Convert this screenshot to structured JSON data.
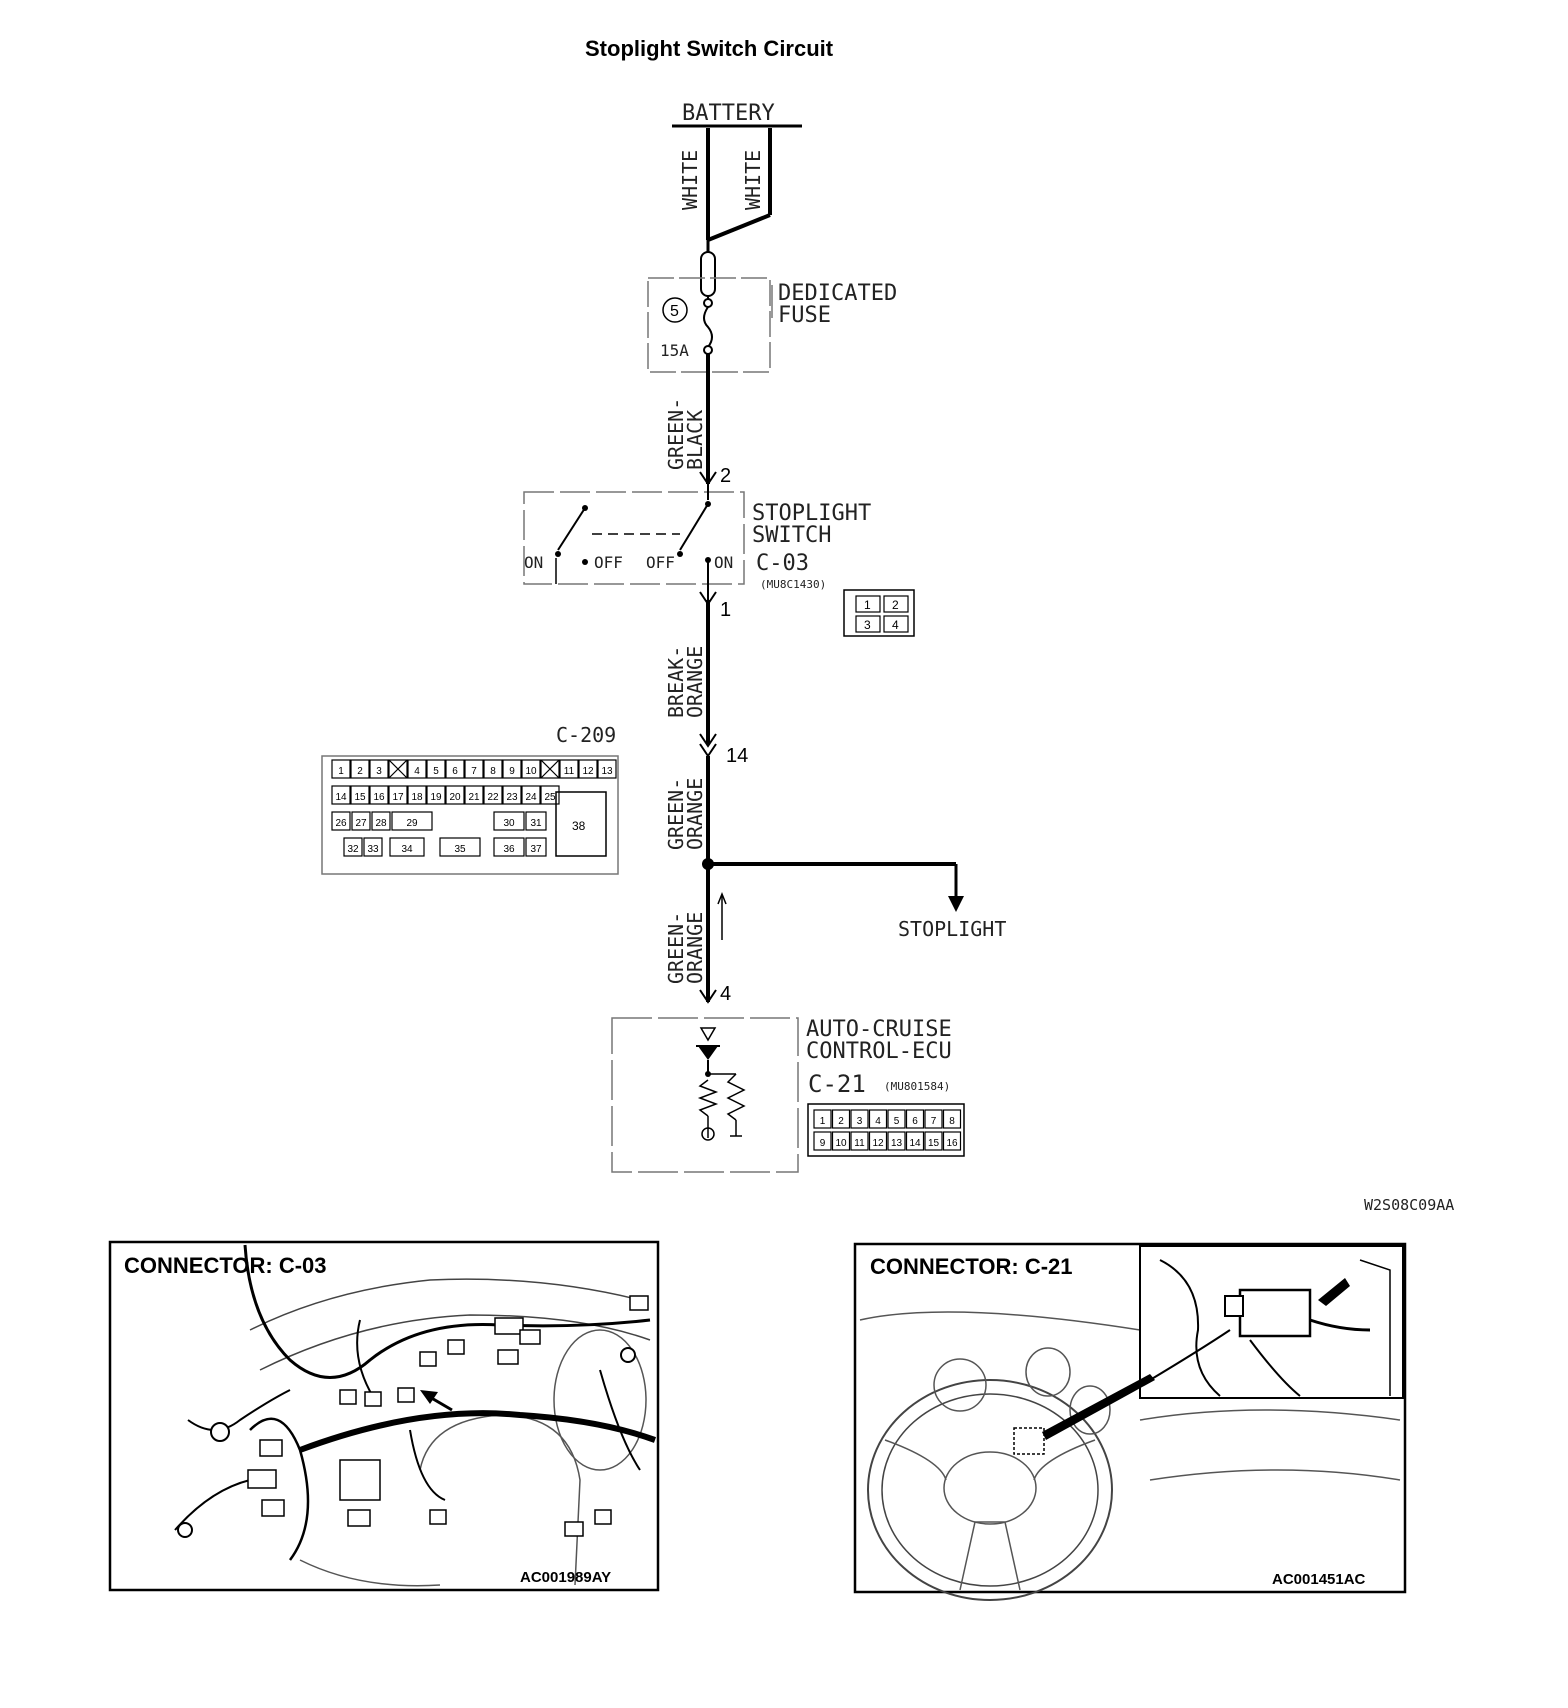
{
  "title": "Stoplight Switch Circuit",
  "battery": {
    "label": "BATTERY",
    "wire_left": "WHITE",
    "wire_right": "WHITE"
  },
  "fuse": {
    "number": "5",
    "rating": "15A",
    "label_line1": "DEDICATED",
    "label_line2": "FUSE"
  },
  "wire_fuse_to_switch": [
    "GREEN-",
    "BLACK"
  ],
  "stoplight_switch": {
    "label_line1": "STOPLIGHT",
    "label_line2": "SWITCH",
    "connector_id": "C-03",
    "part_no": "(MU8C1430)",
    "top_pin": "2",
    "bottom_pin": "1",
    "positions": [
      "ON",
      "OFF",
      "OFF",
      "ON"
    ],
    "connector_pins": [
      "1",
      "2",
      "3",
      "4"
    ]
  },
  "wire_switch_to_c209": [
    "BREAK-",
    "ORANGE"
  ],
  "c209": {
    "connector_id": "C-209",
    "pin": "14",
    "row1": [
      "1",
      "2",
      "3",
      "",
      "4",
      "5",
      "6",
      "7",
      "8",
      "9",
      "10",
      "",
      "11",
      "12",
      "13"
    ],
    "row2": [
      "14",
      "15",
      "16",
      "17",
      "18",
      "19",
      "20",
      "21",
      "22",
      "23",
      "24",
      "25"
    ],
    "row3": [
      "26",
      "27",
      "28",
      "29",
      "30",
      "31"
    ],
    "row4": [
      "32",
      "33",
      "34",
      "35",
      "36",
      "37"
    ],
    "big_pin": "38"
  },
  "wire_c209_to_junction": [
    "GREEN-",
    "ORANGE"
  ],
  "stoplight_branch": {
    "label": "STOPLIGHT"
  },
  "wire_junction_to_ecu": [
    "GREEN-",
    "ORANGE"
  ],
  "ecu": {
    "label_line1": "AUTO-CRUISE",
    "label_line2": "CONTROL-ECU",
    "connector_id": "C-21",
    "part_no": "(MU801584)",
    "pin": "4",
    "row1": [
      "1",
      "2",
      "3",
      "4",
      "5",
      "6",
      "7",
      "8"
    ],
    "row2": [
      "9",
      "10",
      "11",
      "12",
      "13",
      "14",
      "15",
      "16"
    ]
  },
  "figure_code": "W2S08C09AA",
  "connector_view_c03": {
    "caption": "CONNECTOR: C-03",
    "code": "AC001989AY"
  },
  "connector_view_c21": {
    "caption": "CONNECTOR: C-21",
    "code": "AC001451AC"
  }
}
